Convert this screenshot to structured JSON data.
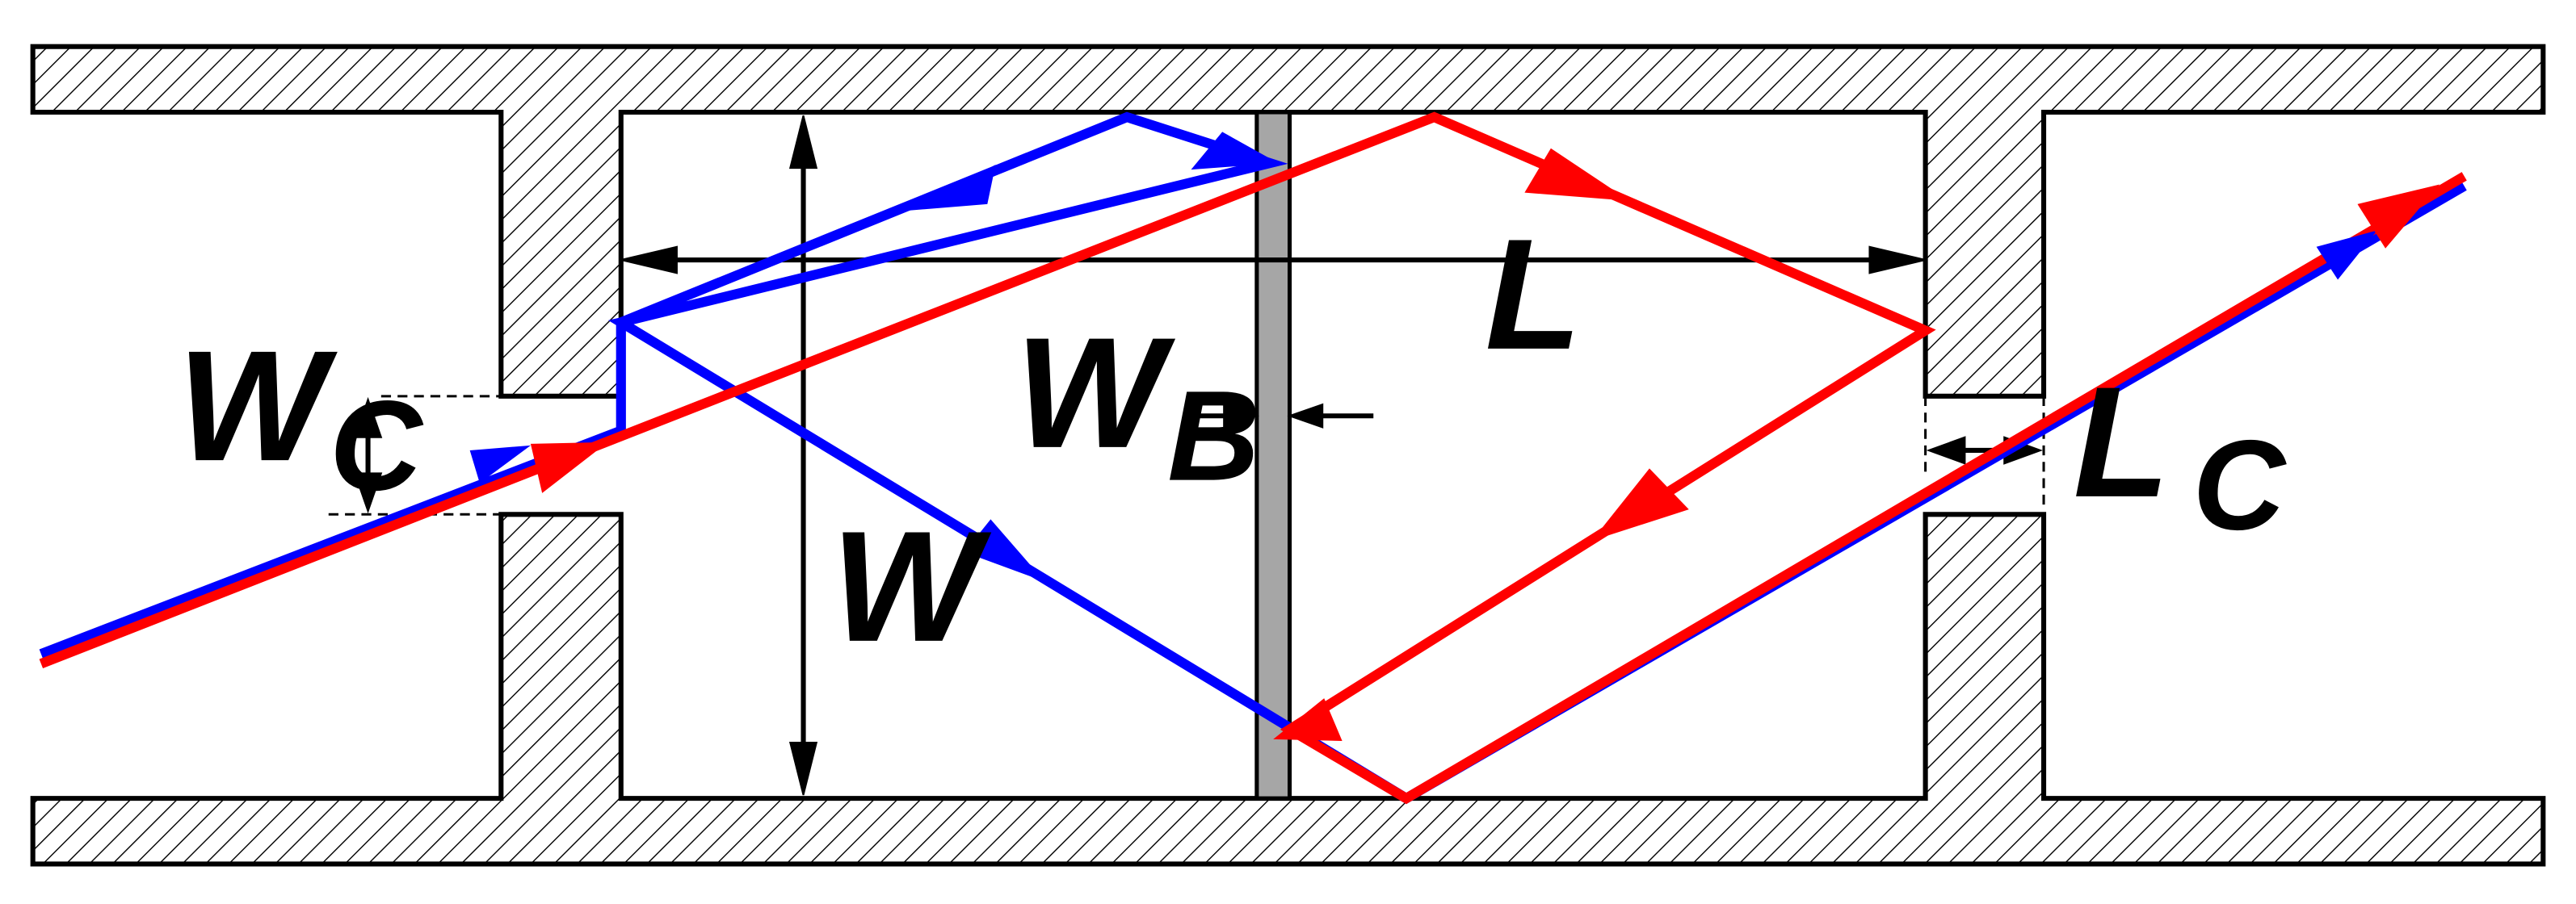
{
  "labels": {
    "L": "L",
    "W": "W",
    "Wc": {
      "main": "W",
      "sub": "C"
    },
    "Wb": {
      "main": "W",
      "sub": "B"
    },
    "Lc": {
      "main": "L",
      "sub": "C"
    }
  },
  "colors": {
    "outline": "#000000",
    "hatch": "#000000",
    "barrier_fill": "#a6a6a6",
    "trajectory_1": "#0000ff",
    "trajectory_2": "#ff0000",
    "background": "#ffffff"
  }
}
